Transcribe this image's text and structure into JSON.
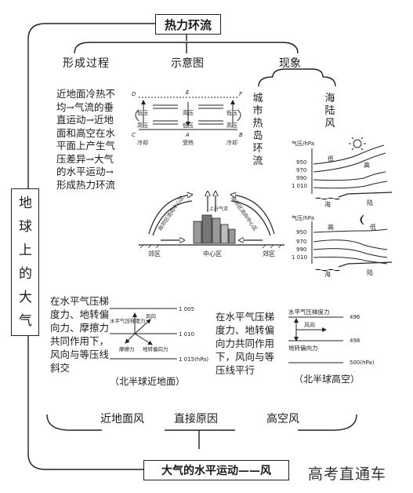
{
  "title": "热力环流",
  "bottom_title": "大气的水平运动——风",
  "left_title": "地球上的大气",
  "headings": {
    "process": "形成过程",
    "diagram": "示意图",
    "phenomena": "现象"
  },
  "process_text": "近地面冷热不均→气流的垂直运动→近地面和高空在水平面上产生气压差异→大气的水平运动→形成热力环流",
  "heat_diagram": {
    "corner_labels": [
      "D",
      "E",
      "F",
      "C",
      "A",
      "B"
    ],
    "upper_labels": [
      "低压",
      "高压",
      "低压"
    ],
    "lower_labels": [
      "高压",
      "低压",
      "高压"
    ],
    "bottom_labels": [
      "冷却",
      "受热",
      "冷却"
    ]
  },
  "city": {
    "title": "城市热岛环流",
    "rise_label": "上升气流",
    "arrow_left": "由郊区流向中心区",
    "arrow_right": "由郊区流向中心区",
    "ground_labels": [
      "郊区",
      "中心区",
      "郊区"
    ]
  },
  "sea": {
    "title": "海陆风",
    "day": {
      "pressure_unit": "气压/hPa",
      "levels": [
        "950",
        "970",
        "990",
        "1 010"
      ],
      "high": "高",
      "low": "低",
      "sea": "海",
      "land": "陆"
    },
    "night": {
      "pressure_unit": "气压/hPa",
      "levels": [
        "950",
        "970",
        "990",
        "1 010"
      ],
      "high": "高",
      "low": "低",
      "sea": "海",
      "land": "陆"
    }
  },
  "surface": {
    "text": "在水平气压梯度力、地转偏向力、摩擦力共同作用下，风向与等压线斜交",
    "caption": "（北半球近地面）",
    "isobars": [
      "1 005",
      "1 010",
      "1 015(hPa)"
    ],
    "force_labels": {
      "pgf": "水平气压梯度力",
      "wind": "风向",
      "friction": "摩擦力",
      "coriolis": "地转偏向力"
    }
  },
  "upper": {
    "text": "在水平气压梯度力、地转偏向力共同作用下，风向与等压线平行",
    "caption": "（北半球高空）",
    "isobars": [
      "496",
      "498",
      "500(hPa)"
    ],
    "force_labels": {
      "pgf": "水平气压梯度力",
      "wind": "风向",
      "coriolis": "地转偏向力"
    }
  },
  "wind_types": {
    "surface": "近地面风",
    "cause": "直接原因",
    "upper": "高空风"
  },
  "watermark": "高考直通车"
}
